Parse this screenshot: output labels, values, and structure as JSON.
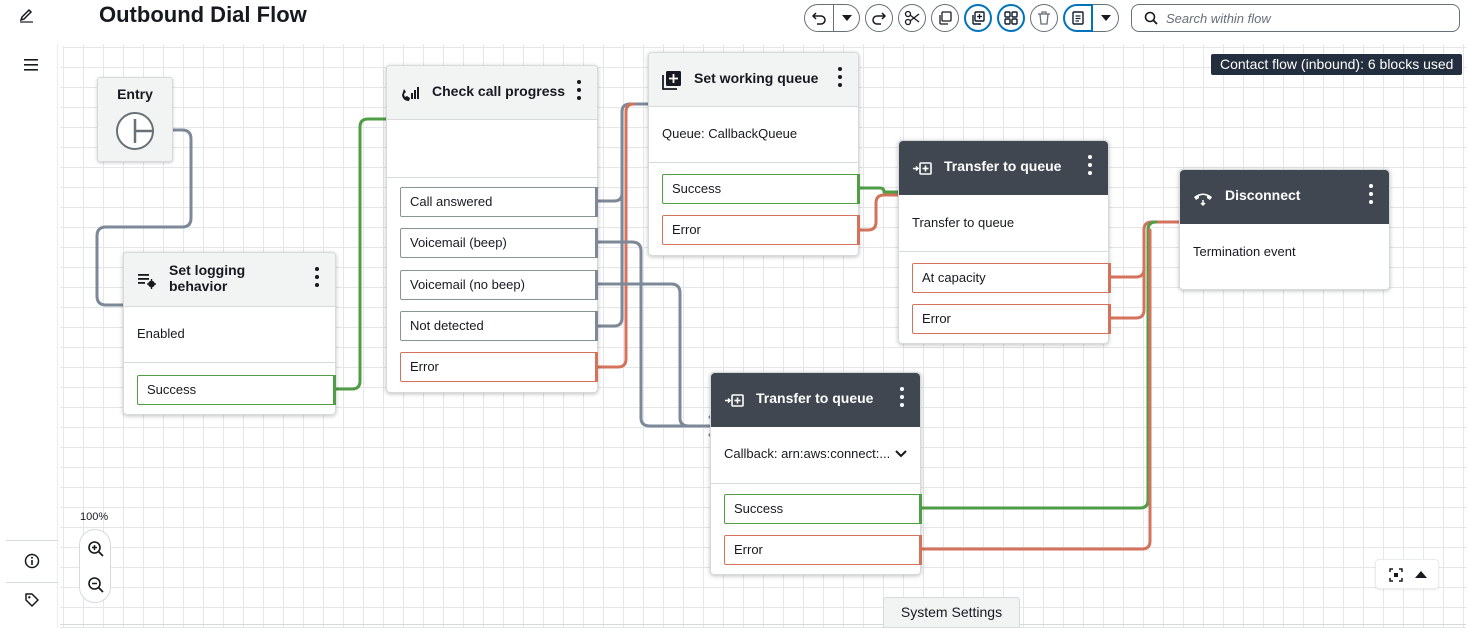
{
  "header": {
    "title": "Outbound Dial Flow",
    "search_placeholder": "Search within flow"
  },
  "toolbar": {
    "icons": [
      "undo-icon",
      "dropdown-icon",
      "redo-icon",
      "cut-icon",
      "copy-icon",
      "paste-icon",
      "arrange-icon",
      "delete-icon",
      "notes-icon",
      "dropdown-icon"
    ]
  },
  "canvas": {
    "badge": "Contact flow (inbound): 6 blocks used",
    "zoom_level": "100%",
    "system_settings": "System Settings"
  },
  "blocks": {
    "entry": {
      "title": "Entry"
    },
    "logging": {
      "title_line1": "Set logging",
      "title_line2": "behavior",
      "body": "Enabled",
      "branches": [
        "Success"
      ]
    },
    "check": {
      "title": "Check call progress",
      "branches": [
        "Call answered",
        "Voicemail (beep)",
        "Voicemail (no beep)",
        "Not detected",
        "Error"
      ]
    },
    "working": {
      "title": "Set working queue",
      "body": "Queue: CallbackQueue",
      "branches": [
        "Success",
        "Error"
      ]
    },
    "transfer1": {
      "title": "Transfer to queue",
      "body": "Transfer to queue",
      "branches": [
        "At capacity",
        "Error"
      ]
    },
    "transfer2": {
      "title": "Transfer to queue",
      "body": "Callback: arn:aws:connect:...",
      "branches": [
        "Success",
        "Error"
      ]
    },
    "disconnect": {
      "title": "Disconnect",
      "body": "Termination event"
    }
  },
  "colors": {
    "success": "#4f9d44",
    "error": "#d4725c",
    "default": "#7d8998",
    "dark_header": "#414750",
    "badge": "#232f3e"
  }
}
